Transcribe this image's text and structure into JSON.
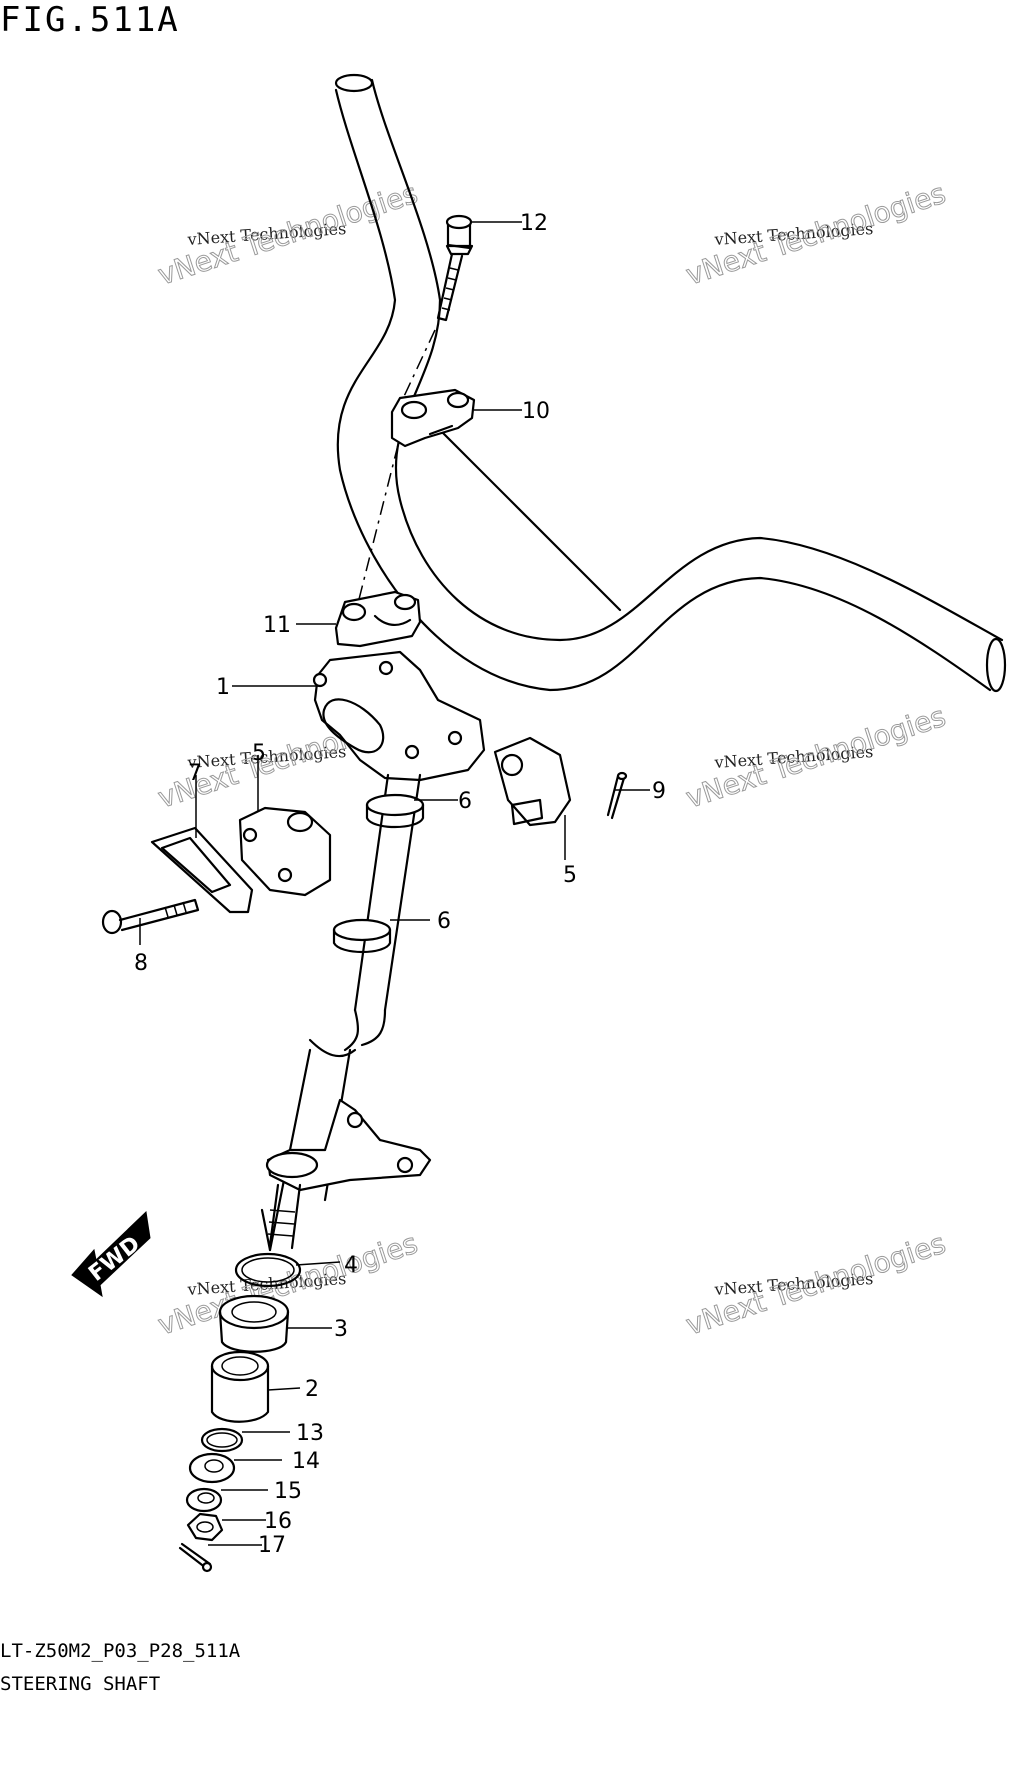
{
  "figure": {
    "title": "FIG.511A"
  },
  "footer": {
    "code": "LT-Z50M2_P03_P28_511A",
    "name": "STEERING SHAFT"
  },
  "watermark": {
    "line1": "vNext Technologies",
    "line2": "vNext Technologies"
  },
  "direction_label": "FWD",
  "callouts": {
    "c1": "1",
    "c2": "2",
    "c3": "3",
    "c4": "4",
    "c5a": "5",
    "c5b": "5",
    "c6a": "6",
    "c6b": "6",
    "c7": "7",
    "c8": "8",
    "c9": "9",
    "c10": "10",
    "c11": "11",
    "c12": "12",
    "c13": "13",
    "c14": "14",
    "c15": "15",
    "c16": "16",
    "c17": "17"
  }
}
